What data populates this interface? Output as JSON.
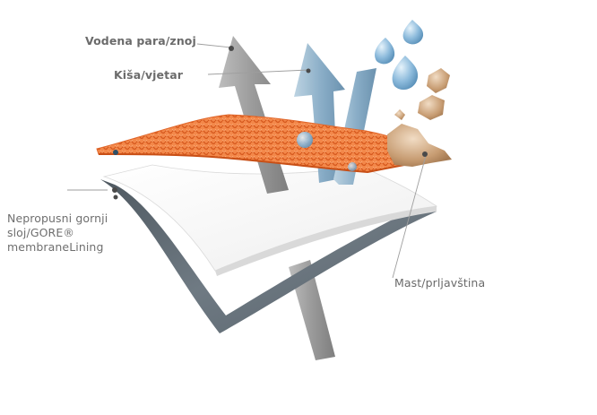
{
  "labels": {
    "vapor": "Vodena para/znoj",
    "rain": "Kiša/vjetar",
    "membrane_line1": "Nepropusni gornji",
    "membrane_line2": "sloj/GORE®",
    "membrane_line3": "membraneLining",
    "dirt": "Mast/prljavština"
  },
  "colors": {
    "fabric": "#f07a3a",
    "membrane": "#ffffff",
    "lining": "#5f6a73",
    "vapor_arrow": "#a3a3a3",
    "rain_arrow": "#8fb3cc",
    "water_drop": "#8fbedf",
    "dirt": "#c9a47f"
  }
}
